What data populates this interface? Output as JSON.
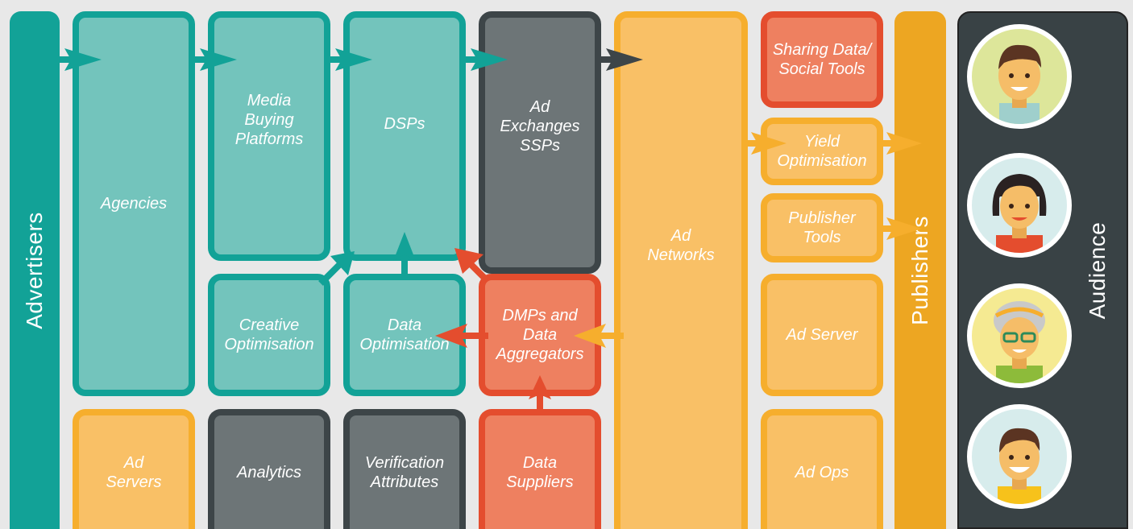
{
  "columns": {
    "advertisers": "Advertisers",
    "publishers": "Publishers",
    "audience": "Audience"
  },
  "boxes": {
    "agencies": "Agencies",
    "media_buying": [
      "Media",
      "Buying",
      "Platforms"
    ],
    "dsps": "DSPs",
    "ad_exchanges": [
      "Ad",
      "Exchanges",
      "SSPs"
    ],
    "ad_networks": [
      "Ad",
      "Networks"
    ],
    "sharing_data": [
      "Sharing Data/",
      "Social Tools"
    ],
    "yield_optimisation": [
      "Yield",
      "Optimisation"
    ],
    "publisher_tools": [
      "Publisher",
      "Tools"
    ],
    "ad_server": "Ad Server",
    "ad_ops": "Ad Ops",
    "creative_optimisation": [
      "Creative",
      "Optimisation"
    ],
    "data_optimisation": [
      "Data",
      "Optimisation"
    ],
    "dmps": [
      "DMPs and",
      "Data",
      "Aggregators"
    ],
    "ad_servers": [
      "Ad",
      "Servers"
    ],
    "analytics": "Analytics",
    "verification": [
      "Verification",
      "Attributes"
    ],
    "data_suppliers": [
      "Data",
      "Suppliers"
    ]
  },
  "colors": {
    "teal": "#12a297",
    "teal_fill": "#73c4bc",
    "dark": "#3d4548",
    "dark_fill": "#6d7577",
    "orange": "#f6ae2d",
    "orange_fill": "#f9c066",
    "red": "#e44d2e",
    "red_fill": "#ee8060",
    "audience_bg": "#394245"
  },
  "audience_icons": [
    "man-avatar-icon",
    "woman-avatar-icon",
    "elderly-woman-avatar-icon",
    "boy-avatar-icon"
  ]
}
